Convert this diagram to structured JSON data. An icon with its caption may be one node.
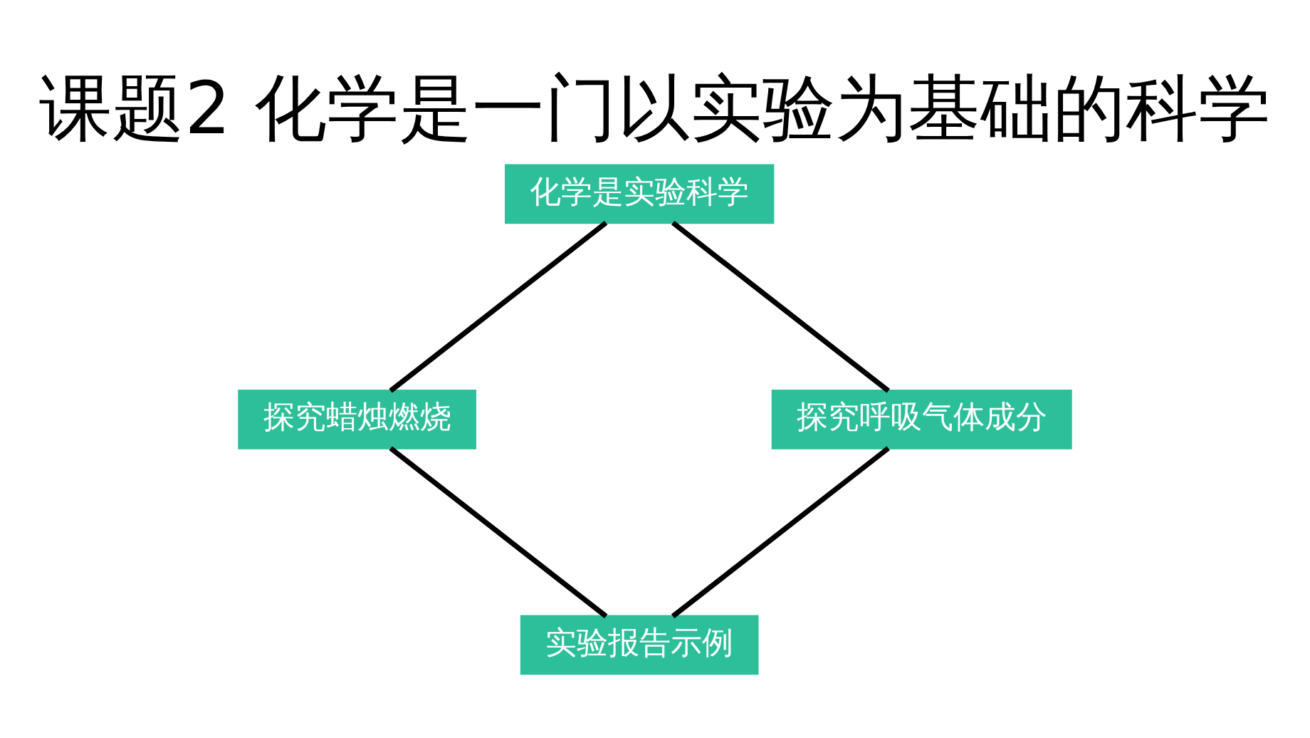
{
  "diagram": {
    "title": "课题2 化学是一门以实验为基础的科学",
    "nodes": [
      {
        "text": [
          "化学是实验科学"
        ]
      },
      {
        "text": [
          "探究蜡烛燃烧"
        ]
      },
      {
        "text": [
          "探究呼吸气体成分"
        ]
      },
      {
        "text": [
          "实验报告示例"
        ]
      }
    ],
    "edges": [
      {
        "from": 0,
        "to": 1,
        "arrow": "none"
      },
      {
        "from": 0,
        "to": 2,
        "arrow": "none"
      },
      {
        "from": 1,
        "to": 3,
        "arrow": "none"
      },
      {
        "from": 2,
        "to": 3,
        "arrow": "none"
      }
    ]
  }
}
